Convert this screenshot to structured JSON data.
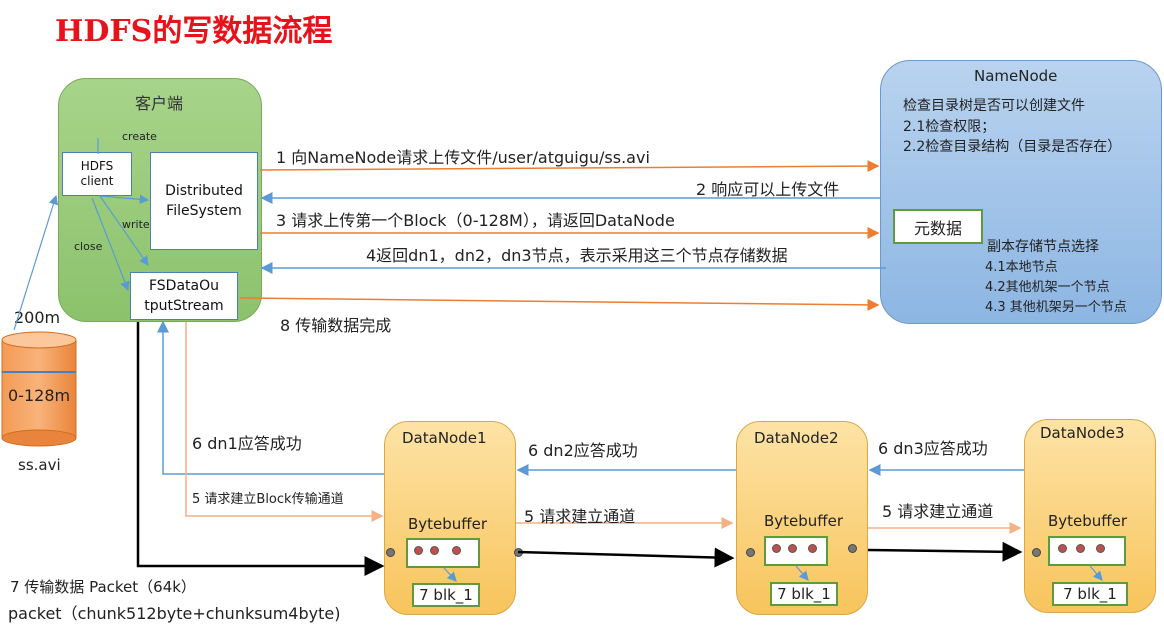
{
  "title": "HDFS的写数据流程",
  "client": {
    "title": "客户端",
    "hdfs_client": "HDFS\nclient",
    "distributed_fs": "Distributed\nFileSystem",
    "fsdos": "FSDataOu\ntputStream",
    "create": "create",
    "write": "write",
    "close": "close"
  },
  "namenode": {
    "title": "NameNode",
    "check1": "检查目录树是否可以创建文件",
    "check2": "2.1检查权限；",
    "check3": "2.2检查目录结构（目录是否存在）",
    "metadata": "元数据",
    "replica_title": "副本存储节点选择",
    "replica1": "4.1本地节点",
    "replica2": "4.2其他机架一个节点",
    "replica3": "4.3 其他机架另一个节点"
  },
  "steps": {
    "s1": "1 向NameNode请求上传文件/user/atguigu/ss.avi",
    "s2": "2 响应可以上传文件",
    "s3": "3 请求上传第一个Block（0-128M），请返回DataNode",
    "s4": "4返回dn1，dn2，dn3节点，表示采用这三个节点存储数据",
    "s8": "8 传输数据完成",
    "s6_dn1": "6 dn1应答成功",
    "s5_block": "5 请求建立Block传输通道",
    "s6_dn2": "6 dn2应答成功",
    "s6_dn3": "6 dn3应答成功",
    "s5_channel_a": "5 请求建立通道",
    "s5_channel_b": "5 请求建立通道",
    "s7_packet": "7 传输数据  Packet（64k）",
    "packet_def": "packet（chunk512byte+chunksum4byte)"
  },
  "file": {
    "size": "200m",
    "block": "0-128m",
    "name": "ss.avi"
  },
  "datanodes": [
    {
      "title": "DataNode1",
      "buffer": "Bytebuffer",
      "block": "7 blk_1"
    },
    {
      "title": "DataNode2",
      "buffer": "Bytebuffer",
      "block": "7 blk_1"
    },
    {
      "title": "DataNode3",
      "buffer": "Bytebuffer",
      "block": "7 blk_1"
    }
  ],
  "colors": {
    "title": "#e8121b",
    "orange_arrow": "#ed7d31",
    "blue_arrow": "#5b9bd5",
    "black_arrow": "#000000"
  }
}
